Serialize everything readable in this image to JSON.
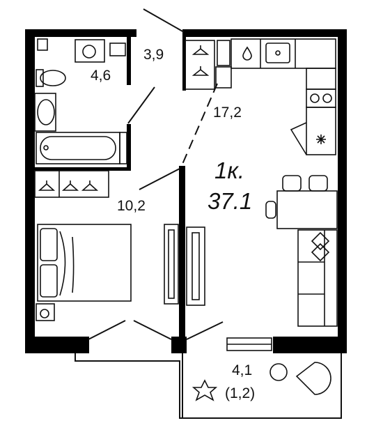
{
  "apartment": {
    "type_label": "1к.",
    "total_area": "37.1"
  },
  "rooms": {
    "wc": "3,9",
    "bathroom": "4,6",
    "kitchen_living": "17,2",
    "hall": "10,2",
    "balcony": "4,1",
    "balcony_reduced": "(1,2)"
  },
  "colors": {
    "wall": "#000000",
    "line": "#111111",
    "background": "#ffffff"
  }
}
